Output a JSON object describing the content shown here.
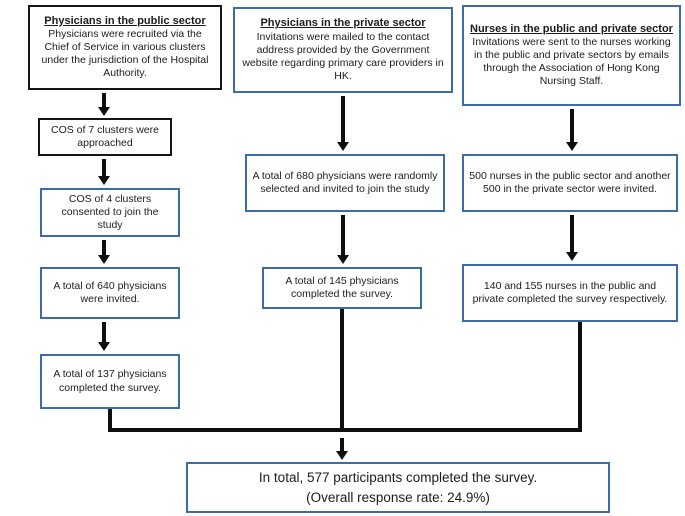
{
  "colors": {
    "box_border_blue": "#3c6ca8",
    "box_border_black": "#151515",
    "connector_line": "#0f0f0f",
    "text": "#1c1c1c",
    "background": "#ffffff"
  },
  "flowchart": {
    "left_column": {
      "header": {
        "title": "Physicians in the public sector",
        "body": "Physicians were recruited via the Chief of Service in various clusters under the jurisdiction of the Hospital Authority."
      },
      "step1": "COS of 7 clusters were approached",
      "step2": "COS of 4 clusters consented to join the study",
      "step3": "A total of 640 physicians were invited.",
      "step4": "A total of 137 physicians completed the survey."
    },
    "middle_column": {
      "header": {
        "title": "Physicians in the private sector",
        "body": "Invitations were mailed to the contact address provided by the Government website regarding primary care providers in HK."
      },
      "step1": "A total of 680 physicians were randomly selected and invited to join the study",
      "step2": "A total of 145 physicians completed the survey."
    },
    "right_column": {
      "header": {
        "title": "Nurses in the public and private sector",
        "body": "Invitations were sent to the nurses working in the public and private sectors by emails through the Association of Hong Kong Nursing Staff."
      },
      "step1": "500 nurses in the public sector and another 500 in the private sector were invited.",
      "step2": "140 and 155 nurses in the public and private completed the survey respectively."
    },
    "total": {
      "line1": "In total, 577 participants completed the survey.",
      "line2": "(Overall response rate: 24.9%)"
    }
  }
}
